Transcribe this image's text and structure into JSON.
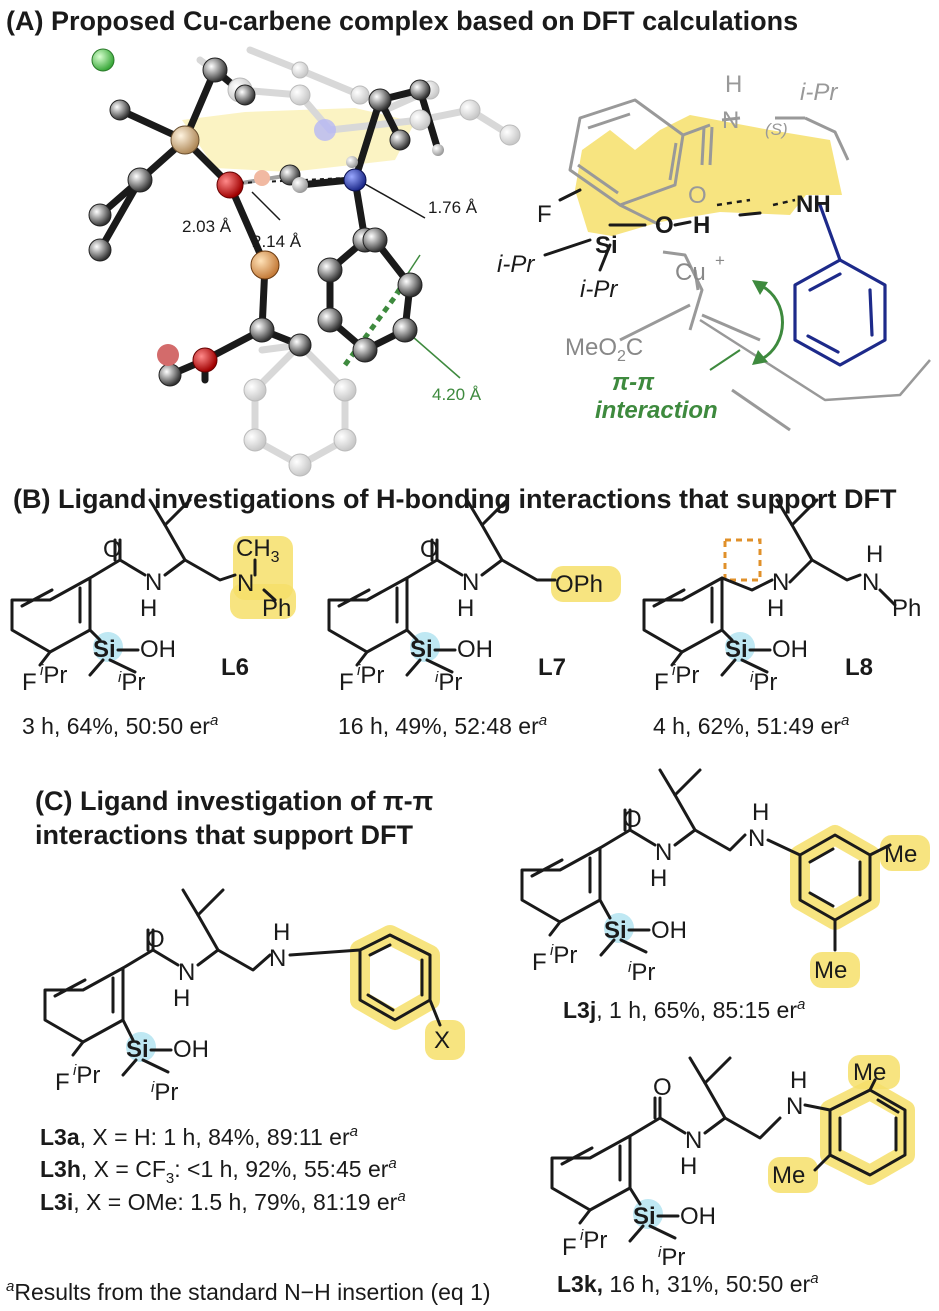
{
  "panelA": {
    "title": "(A) Proposed Cu-carbene complex based on DFT calculations",
    "dist_1": "2.03 Å",
    "dist_2": "2.14 Å",
    "dist_3": "1.76 Å",
    "dist_4": "4.20 Å",
    "struct": {
      "H": "H",
      "N_amide": "N",
      "S": "(S)",
      "iPr_top": "i-Pr",
      "F": "F",
      "Si": "Si",
      "O_si": "O",
      "H_bond": "H",
      "NH": "NH",
      "O_carbonyl": "O",
      "iPr1": "i-Pr",
      "iPr2": "i-Pr",
      "Cu": "Cu",
      "Cu_charge": "+",
      "ester": "MeO",
      "ester_sub": "2",
      "ester_C": "C",
      "pi_label": "π-π",
      "interaction_label": "interaction"
    }
  },
  "panelB": {
    "title": "(B) Ligand investigations of H-bonding interactions that support DFT",
    "ligands": [
      {
        "name": "L6",
        "result": "3 h, 64%, 50:50 er",
        "sup": "a",
        "sub": "Ph",
        "me": "CH",
        "me_sub": "3"
      },
      {
        "name": "L7",
        "result": "16 h, 49%, 52:48 er",
        "sup": "a",
        "sub": "OPh"
      },
      {
        "name": "L8",
        "result": "4 h, 62%, 51:49 er",
        "sup": "a",
        "sub": "Ph"
      }
    ]
  },
  "panelC": {
    "title_line1": "(C) Ligand investigation of π-π",
    "title_line2": "interactions that support DFT",
    "rows": [
      {
        "bold": "L3a",
        "rest": ", X = H: 1 h, 84%, 89:11 er",
        "sup": "a"
      },
      {
        "bold": "L3h",
        "rest": ", X = CF",
        "rest_sub": "3",
        "rest2": ": <1 h, 92%, 55:45 er",
        "sup": "a"
      },
      {
        "bold": "L3i",
        "rest": ", X = OMe: 1.5 h, 79%, 81:19 er",
        "sup": "a"
      }
    ],
    "x_label": "X",
    "L3j": {
      "bold": "L3j",
      "rest": ", 1 h, 65%, 85:15 er",
      "sup": "a",
      "me": "Me"
    },
    "L3k": {
      "bold": "L3k,",
      "rest": " 16 h, 31%, 50:50 er",
      "sup": "a",
      "me": "Me"
    }
  },
  "atoms": {
    "O": "O",
    "N": "N",
    "H": "H",
    "F": "F",
    "Si": "Si",
    "OH": "OH",
    "iPr_i": "i",
    "iPr": "Pr"
  },
  "footnote": {
    "sup": "a",
    "text": "Results from the standard N−H insertion (eq 1)"
  },
  "colors": {
    "highlight": "#f6df6a",
    "si_highlight": "#bfe8f3",
    "green": "#3e8a3e",
    "navy": "#1d2a8a",
    "orange": "#e0902a"
  }
}
